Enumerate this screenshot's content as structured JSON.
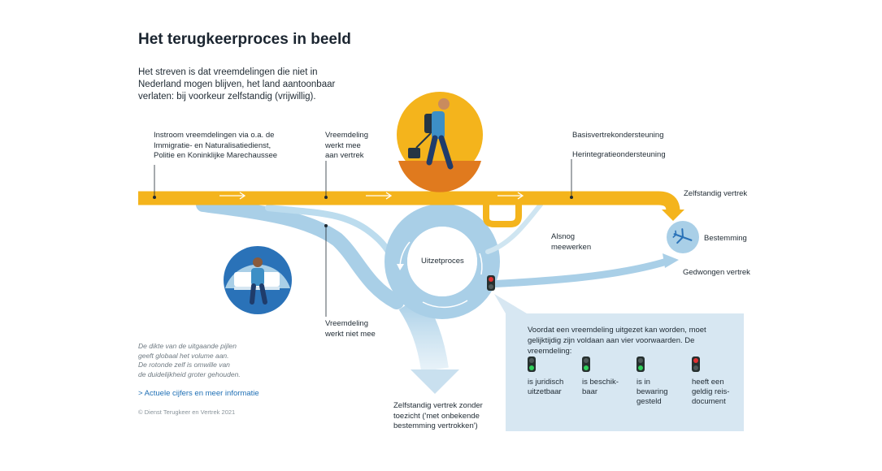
{
  "title": "Het terugkeerproces in beeld",
  "intro": "Het streven is dat vreemdelingen die niet in Nederland mogen blijven, het land aantoonbaar verlaten: bij voorkeur zelfstandig (vrijwillig).",
  "labels": {
    "instroom_1": "Instroom vreemdelingen via o.a. de",
    "instroom_2": "Immigratie- en Naturalisatiedienst,",
    "instroom_3": "Politie en Koninklijke Marechaussee",
    "werkt_mee_1": "Vreemdeling",
    "werkt_mee_2": "werkt mee",
    "werkt_mee_3": "aan vertrek",
    "basis": "Basisvertrekondersteuning",
    "herintegratie": "Herintegratieondersteuning",
    "zelfstandig_vertrek": "Zelfstandig vertrek",
    "bestemming": "Bestemming",
    "gedwongen_vertrek": "Gedwongen vertrek",
    "alsnog_1": "Alsnog",
    "alsnog_2": "meewerken",
    "uitzetproces": "Uitzetproces",
    "werkt_niet_1": "Vreemdeling",
    "werkt_niet_2": "werkt niet mee",
    "zonder_toezicht_1": "Zelfstandig vertrek zonder",
    "zonder_toezicht_2": "toezicht ('met onbekende",
    "zonder_toezicht_3": "bestemming vertrokken')"
  },
  "note": [
    "De dikte van de uitgaande pijlen",
    "geeft globaal het volume aan.",
    "De rotonde zelf is omwille van",
    "de duidelijkheid groter gehouden."
  ],
  "link": "> Actuele cijfers en meer informatie",
  "copyright": "© Dienst Terugkeer en Vertrek 2021",
  "panel": {
    "intro": "Voordat een vreemdeling uitgezet kan worden, moet gelijktijdig zijn voldaan aan vier voorwaarden. De vreemdeling:",
    "conditions": [
      {
        "line1": "is juridisch",
        "line2": "uitzetbaar",
        "line3": "",
        "line4": "",
        "light": "green"
      },
      {
        "line1": "is beschik-",
        "line2": "baar",
        "line3": "",
        "line4": "",
        "light": "green"
      },
      {
        "line1": "is in",
        "line2": "bewaring",
        "line3": "gesteld",
        "line4": "",
        "light": "green"
      },
      {
        "line1": "heeft een",
        "line2": "geldig reis-",
        "line3": "document",
        "line4": "",
        "light": "red"
      }
    ]
  },
  "colors": {
    "orange": "#f4b41c",
    "blue": "#a9cfe7",
    "blue_light": "#c9e0ef",
    "blue_dark": "#2a72b8",
    "panel": "#d7e7f2"
  },
  "icons": [
    "traveler-illustration",
    "waiting-person-illustration",
    "airplane-icon",
    "traffic-light-icon",
    "arrow-icon"
  ]
}
